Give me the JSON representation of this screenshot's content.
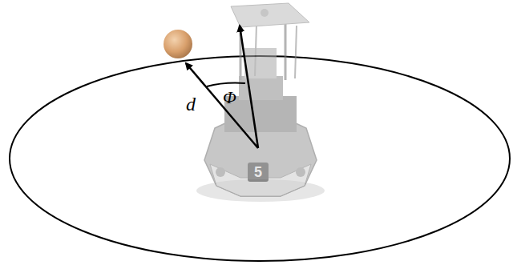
{
  "diagram": {
    "labels": [
      "d",
      "Φ",
      "5"
    ]
  }
}
